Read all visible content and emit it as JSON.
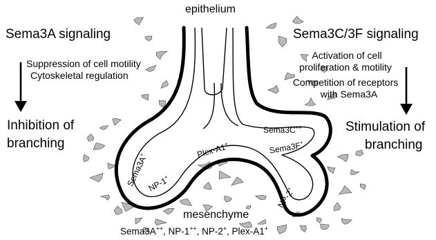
{
  "left": {
    "heading": "Sema3A signaling",
    "detail_lines": [
      "Suppression of cell motility",
      "Cytoskeletal regulation"
    ],
    "outcome_lines": [
      "Inhibition of",
      "branching"
    ]
  },
  "right": {
    "heading": "Sema3C/3F signaling",
    "detail_lines": [
      "Activation of cell",
      "proliferation & motility",
      "Competition of receptors",
      "with Sema3A"
    ],
    "outcome_lines": [
      "Stimulation of",
      "branching"
    ]
  },
  "tissue": {
    "epithelium": "epithelium",
    "mesenchyme": "mesenchyme",
    "mesenchyme_markers": {
      "sema3a": "Sema3A",
      "sema3a_sup": "++",
      "np1": "NP-1",
      "np1_sup": "++",
      "np2": "NP-2",
      "np2_sup": "+",
      "plexa1": "Plex-A1",
      "plexa1_sup": "+"
    }
  },
  "epithelial_labels": {
    "sema3a": "Sema3A",
    "sema3a_sup": "+",
    "np1": "NP-1",
    "np1_sup": "+",
    "plexa1": "Plex-A1",
    "plexa1_sup": "+",
    "sema3c": "Sema3C",
    "sema3c_sup": "++",
    "sema3f": "Sema3F",
    "sema3f_sup": "+",
    "np2": "NP-2",
    "np2_sup": "+"
  },
  "colors": {
    "cell_fill": "#b9b9b9",
    "line": "#000000",
    "background": "#ffffff"
  }
}
